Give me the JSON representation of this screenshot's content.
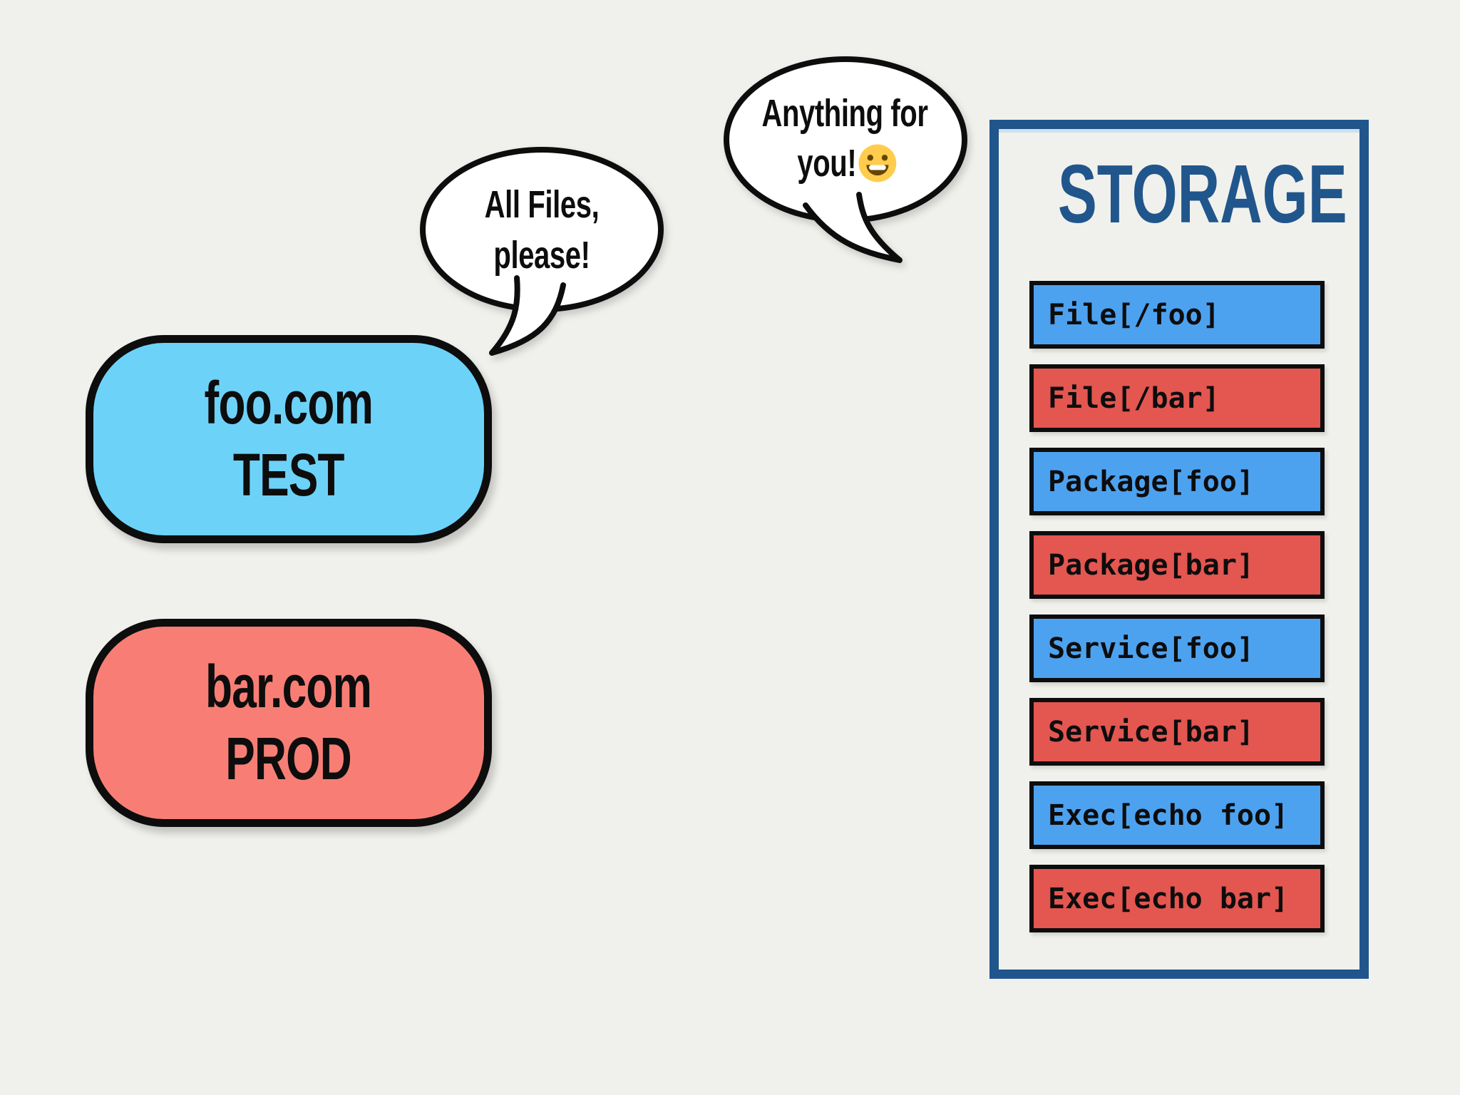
{
  "background_color": "#f0f1ec",
  "nodes": [
    {
      "id": "foo",
      "line1": "foo.com",
      "line2": "TEST",
      "fill": "#6dd2f8"
    },
    {
      "id": "bar",
      "line1": "bar.com",
      "line2": "PROD",
      "fill": "#f87e75"
    }
  ],
  "speech_bubbles": [
    {
      "id": "request",
      "line1": "All Files,",
      "line2": "please!"
    },
    {
      "id": "response",
      "line1": "Anything for",
      "line2": "you!",
      "emoji": "grinning-face"
    }
  ],
  "storage": {
    "title": "STORAGE",
    "border_color": "#20568c",
    "title_color": "#20568c",
    "row_colors": {
      "blue": "#4da2f0",
      "red": "#e45650"
    },
    "rows": [
      {
        "label": "File[/foo]",
        "color": "blue"
      },
      {
        "label": "File[/bar]",
        "color": "red"
      },
      {
        "label": "Package[foo]",
        "color": "blue"
      },
      {
        "label": "Package[bar]",
        "color": "red"
      },
      {
        "label": "Service[foo]",
        "color": "blue"
      },
      {
        "label": "Service[bar]",
        "color": "red"
      },
      {
        "label": "Exec[echo foo]",
        "color": "blue"
      },
      {
        "label": "Exec[echo bar]",
        "color": "red"
      }
    ]
  }
}
